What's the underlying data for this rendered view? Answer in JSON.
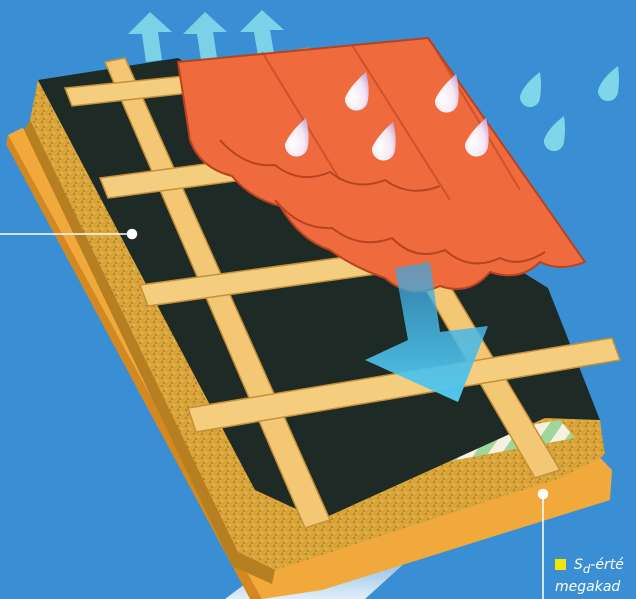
{
  "diagram": {
    "callout": {
      "symbol": "S",
      "subscript": "d",
      "line1_rest": "-érté",
      "line2": "megakad"
    },
    "icons": [
      "arrow-up-icon",
      "raindrop-icon",
      "arrow-down-icon"
    ],
    "colors": {
      "background": "#3a8fd4",
      "tiles": "#ef6a3c",
      "membrane": "#1e2a25",
      "insulation": "#d8a53a",
      "battens": "#f3c774",
      "board": "#f2a93b",
      "vapor_arrows": "#7fd6e8",
      "water_arrow": "#49bfe6",
      "accent_bullet": "#f2e600"
    }
  }
}
